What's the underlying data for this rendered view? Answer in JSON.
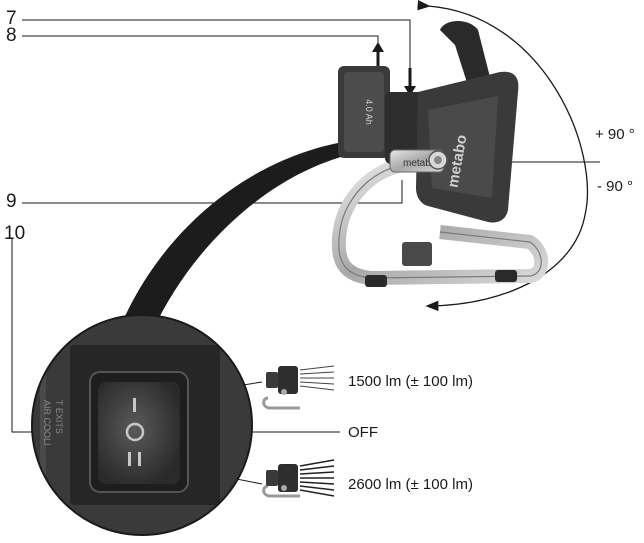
{
  "callouts": [
    "7",
    "8",
    "9",
    "10"
  ],
  "angles": {
    "plus": "+ 90 °",
    "minus": "- 90 °"
  },
  "modes": {
    "low": "1500 lm (± 100 lm)",
    "off": "OFF",
    "high": "2600 lm (± 100 lm)"
  },
  "product": {
    "brand": "metabo",
    "battery": "4.0 Ah"
  },
  "colors": {
    "ink": "#1a1a1a",
    "housing": "#3a3a3a",
    "frame": "#bdbdbd"
  }
}
